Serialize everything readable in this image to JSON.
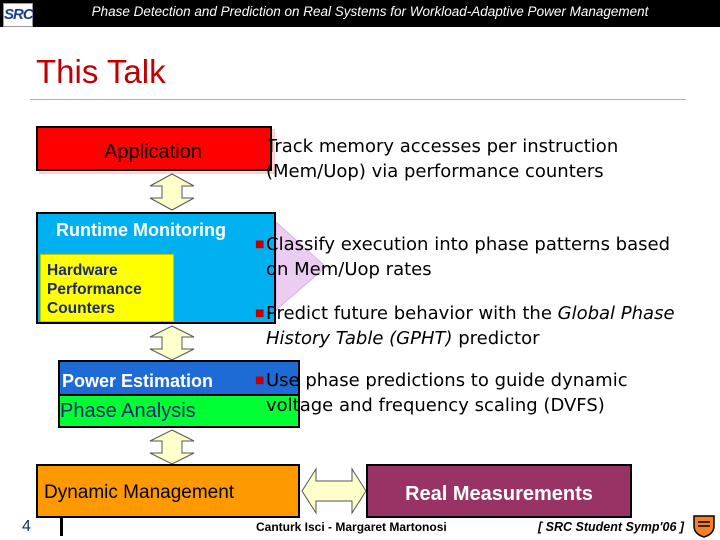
{
  "header": {
    "logo_text": "SRC",
    "title": "Phase Detection and Prediction on Real Systems for Workload-Adaptive Power Management"
  },
  "slide": {
    "title": "This Talk"
  },
  "diagram": {
    "application": "Application",
    "runtime_monitoring": "Runtime Monitoring",
    "hardware_counters": "Hardware\nPerformance\nCounters",
    "power_estimation": "Power Estimation",
    "phase_analysis": "Phase Analysis",
    "dynamic_management": "Dynamic Management",
    "real_measurements": "Real Measurements"
  },
  "bullets": {
    "b1": "Track memory accesses per instruction (Mem/Uop) via performance counters",
    "b2": "Classify execution into phase patterns based on Mem/Uop rates",
    "b3_pre": "Predict future behavior with the ",
    "b3_em": "Global Phase History Table (GPHT)",
    "b3_post": " predictor",
    "b4": "Use phase predictions to guide dynamic voltage and frequency scaling (DVFS)"
  },
  "footer": {
    "page_number": "4",
    "authors": "Canturk Isci - Margaret Martonosi",
    "conference": "[ SRC Student Symp'06 ]"
  },
  "colors": {
    "application": "#ff0000",
    "runtime_monitoring": "#00b0f0",
    "hardware_counters": "#ffff00",
    "power_estimation": "#1e6bd6",
    "phase_analysis": "#00ff33",
    "dynamic_management": "#ff9900",
    "real_measurements": "#993366",
    "title": "#c00000"
  }
}
